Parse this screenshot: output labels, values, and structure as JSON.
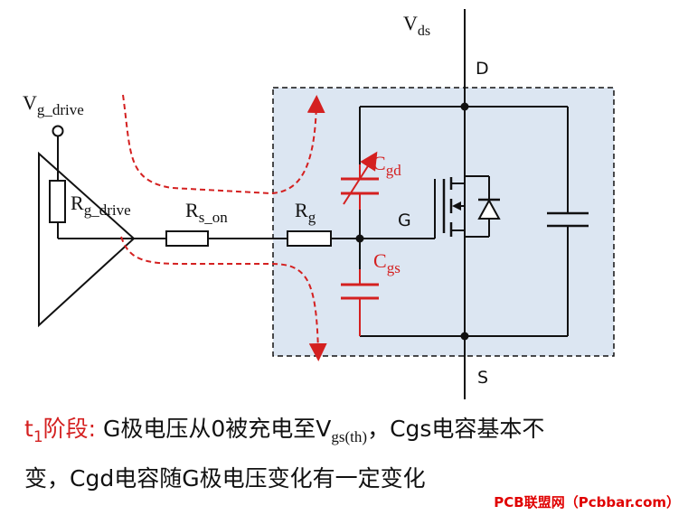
{
  "labels": {
    "vds": "V",
    "vds_sub": "ds",
    "d": "D",
    "s": "S",
    "g": "G",
    "vdrive": "V",
    "vdrive_sub": "g_drive",
    "rdrive": "R",
    "rdrive_sub": "g_drive",
    "rson": "R",
    "rson_sub": "s_on",
    "rg": "R",
    "rg_sub": "g",
    "cgd": "C",
    "cgd_sub": "gd",
    "cgs": "C",
    "cgs_sub": "gs"
  },
  "caption": {
    "phase": "t",
    "phase_sub": "1",
    "phase_rest": "阶段:",
    "p1": " G极电压从0被充电至V",
    "vgs_sub": "gs(th)",
    "p2": "，Cgs电容基本不",
    "line2": "变，Cgd电容随G极电压变化有一定变化"
  },
  "watermark": "PCB联盟网（Pcbbar.com）",
  "colors": {
    "accent_red": "#d42020",
    "mosfet_box_fill": "#dce6f2",
    "wire": "#111111"
  }
}
